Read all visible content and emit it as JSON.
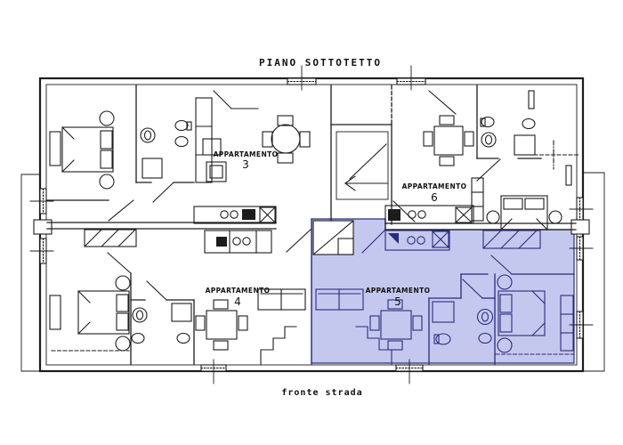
{
  "title": "PIANO SOTTOTETTO",
  "footer": "fronte strada",
  "apartments": [
    {
      "name": "APPARTAMENTO",
      "number": "3",
      "highlighted": false
    },
    {
      "name": "APPARTAMENTO",
      "number": "4",
      "highlighted": false
    },
    {
      "name": "APPARTAMENTO",
      "number": "5",
      "highlighted": true
    },
    {
      "name": "APPARTAMENTO",
      "number": "6",
      "highlighted": false
    }
  ],
  "colors": {
    "background": "#ffffff",
    "line": "#1c1c1c",
    "highlight_fill": "#c5c8ee",
    "highlight_line": "#272c7e"
  }
}
